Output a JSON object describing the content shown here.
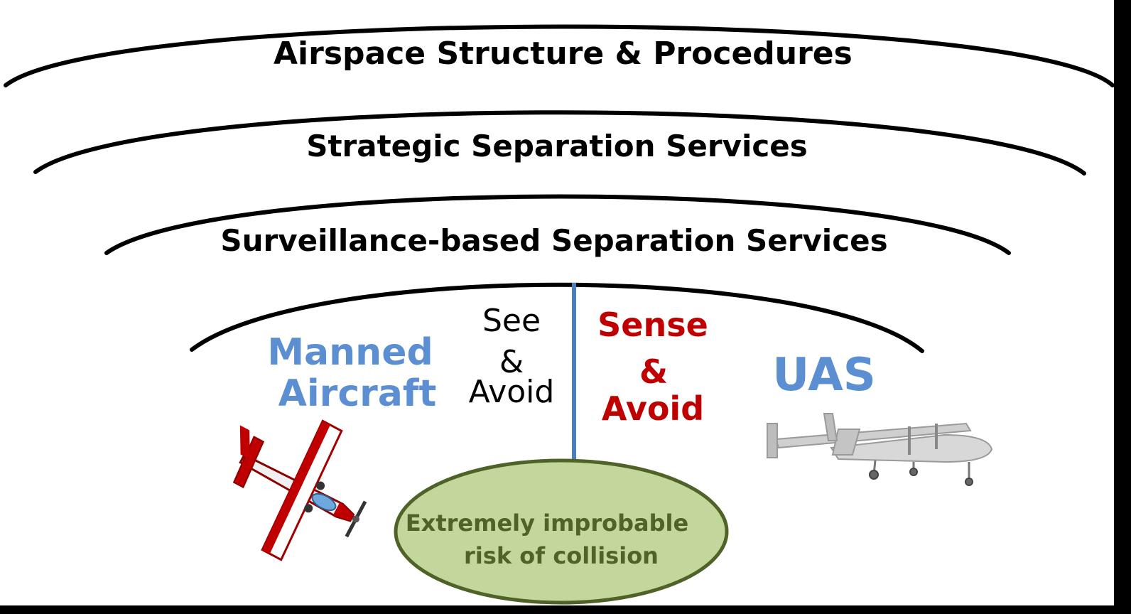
{
  "layers": {
    "airspace": "Airspace Structure & Procedures",
    "strategic": "Strategic Separation Services",
    "surveillance": "Surveillance-based Separation Services"
  },
  "manned": {
    "line1": "Manned",
    "line2": "Aircraft"
  },
  "see_avoid": {
    "line1": "See",
    "line2": "&",
    "line3": "Avoid"
  },
  "sense_avoid": {
    "line1": "Sense",
    "line2": "&",
    "line3": "Avoid"
  },
  "uas": "UAS",
  "outcome": {
    "line1": "Extremely improbable",
    "line2": "risk of collision"
  },
  "colors": {
    "background": "#ffffff",
    "arc": "#000000",
    "blue_text": "#5b8fd1",
    "red_text": "#c00000",
    "divider": "#4a7fc1",
    "ellipse_fill": "#c3d69b",
    "ellipse_stroke": "#4f6228",
    "ellipse_text": "#4f6228"
  }
}
